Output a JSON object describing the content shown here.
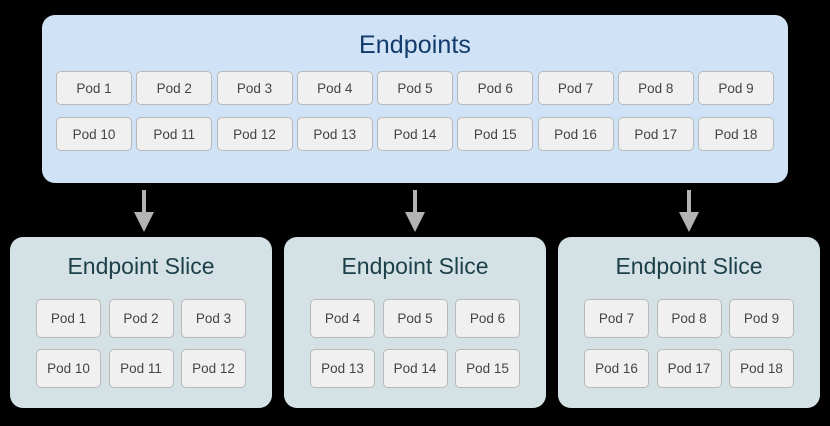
{
  "colors": {
    "background": "#000000",
    "endpoints_panel_bg": "#d0e2f5",
    "endpoints_title": "#123a6b",
    "slice_panel_bg": "#d4e2e5",
    "slice_title": "#1c3f4a",
    "pod_bg": "#f0f0f0",
    "pod_border": "#b9b9b9",
    "pod_text": "#444444",
    "arrow": "#b3b3b3"
  },
  "endpoints": {
    "title": "Endpoints",
    "rows": [
      [
        "Pod 1",
        "Pod 2",
        "Pod 3",
        "Pod 4",
        "Pod 5",
        "Pod 6",
        "Pod 7",
        "Pod 8",
        "Pod 9"
      ],
      [
        "Pod 10",
        "Pod 11",
        "Pod 12",
        "Pod 13",
        "Pod 14",
        "Pod 15",
        "Pod 16",
        "Pod 17",
        "Pod 18"
      ]
    ]
  },
  "arrows": [
    {
      "name": "arrow-to-slice-1",
      "direction": "down"
    },
    {
      "name": "arrow-to-slice-2",
      "direction": "down"
    },
    {
      "name": "arrow-to-slice-3",
      "direction": "down"
    }
  ],
  "slices": [
    {
      "title": "Endpoint Slice",
      "rows": [
        [
          "Pod 1",
          "Pod 2",
          "Pod 3"
        ],
        [
          "Pod 10",
          "Pod 11",
          "Pod 12"
        ]
      ]
    },
    {
      "title": "Endpoint Slice",
      "rows": [
        [
          "Pod 4",
          "Pod 5",
          "Pod 6"
        ],
        [
          "Pod 13",
          "Pod 14",
          "Pod 15"
        ]
      ]
    },
    {
      "title": "Endpoint Slice",
      "rows": [
        [
          "Pod 7",
          "Pod 8",
          "Pod 9"
        ],
        [
          "Pod 16",
          "Pod 17",
          "Pod 18"
        ]
      ]
    }
  ]
}
